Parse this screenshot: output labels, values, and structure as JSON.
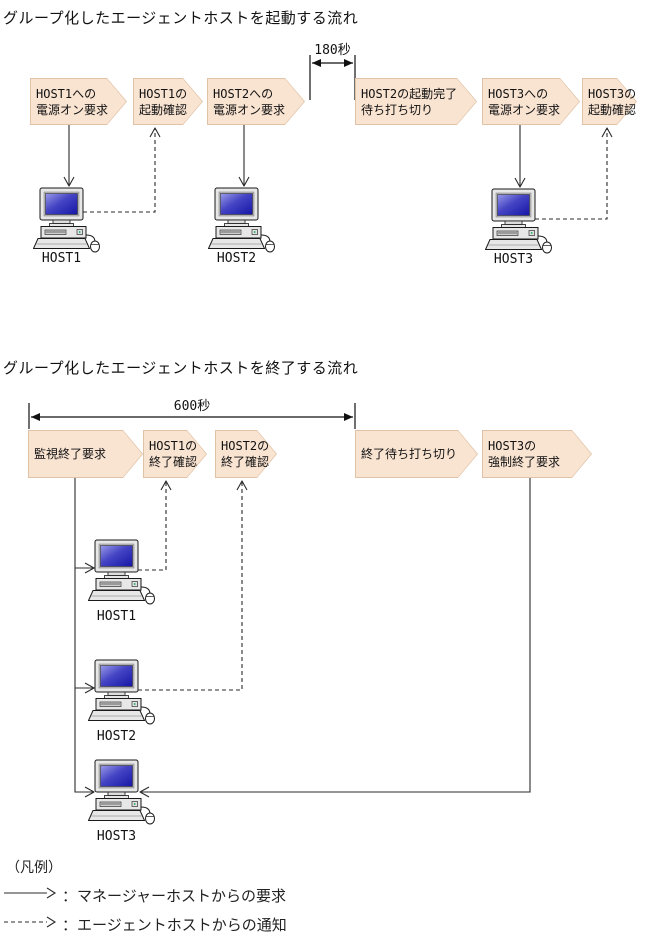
{
  "start_flow": {
    "title": "グループ化したエージェントホストを起動する流れ",
    "timer_label": "180秒",
    "steps": [
      {
        "label": "HOST1への\n電源オン要求"
      },
      {
        "label": "HOST1の\n起動確認"
      },
      {
        "label": "HOST2への\n電源オン要求"
      },
      {
        "label": "HOST2の起動完了\n待ち打ち切り"
      },
      {
        "label": "HOST3への\n電源オン要求"
      },
      {
        "label": "HOST3の\n起動確認"
      }
    ],
    "hosts": [
      "HOST1",
      "HOST2",
      "HOST3"
    ]
  },
  "end_flow": {
    "title": "グループ化したエージェントホストを終了する流れ",
    "timer_label": "600秒",
    "steps": [
      {
        "label": "監視終了要求"
      },
      {
        "label": "HOST1の\n終了確認"
      },
      {
        "label": "HOST2の\n終了確認"
      },
      {
        "label": "終了待ち打ち切り"
      },
      {
        "label": "HOST3の\n強制終了要求"
      }
    ],
    "hosts": [
      "HOST1",
      "HOST2",
      "HOST3"
    ]
  },
  "legend": {
    "heading": "（凡例）",
    "items": [
      {
        "style": "solid-arrow",
        "label": "：マネージャーホストからの要求"
      },
      {
        "style": "dashed-arrow",
        "label": "：エージェントホストからの通知"
      }
    ]
  },
  "colors": {
    "chevron_fill": "#F9E4D2",
    "chevron_border": "#E0C3A6",
    "line": "#2B2B2B",
    "screen_blue": "#2020B0"
  }
}
